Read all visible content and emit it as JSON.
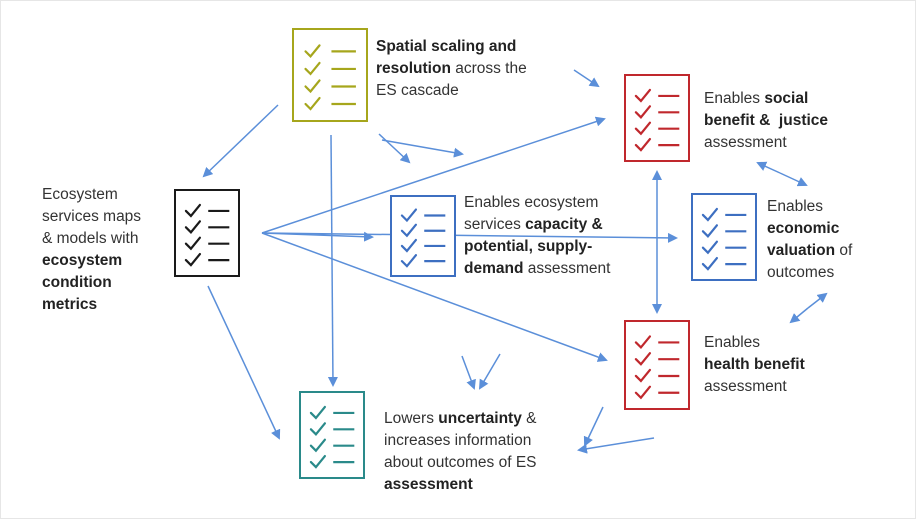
{
  "colors": {
    "arrow": "#5b8fd9",
    "spatial": "#a6a61c",
    "social": "#c0282d",
    "valuation": "#3d6fc1",
    "capacity": "#3d6fc1",
    "health": "#c0282d",
    "maps": "#1a1a1a",
    "uncertainty": "#2a8a8a"
  },
  "icons": [
    "checklist-icon"
  ],
  "nodes": {
    "spatial": {
      "b1": "Spatial scaling and",
      "b2": "resolution",
      "t2": " across the",
      "t3": "ES cascade"
    },
    "social": {
      "t1": "Enables ",
      "b1": "social",
      "b2": "benefit &  justice",
      "t3": "assessment"
    },
    "maps": {
      "t1": "Ecosystem",
      "t2": "services maps",
      "t3": "& models with",
      "b4": "ecosystem",
      "b5": "condition",
      "b6": "metrics"
    },
    "capacity": {
      "t1": "Enables ecosystem",
      "t2": "services ",
      "b2": "capacity &",
      "b3": "potential, supply-",
      "b4": "demand",
      "t4": " assessment"
    },
    "valuation": {
      "t1": "Enables",
      "b2": "economic",
      "b3": "valuation",
      "t3": " of",
      "t4": "outcomes"
    },
    "health": {
      "t1": "Enables",
      "b2": "health benefit",
      "t3": "assessment"
    },
    "uncertainty": {
      "t1": "Lowers ",
      "b1": "uncertainty",
      "t1b": " &",
      "t2": "increases information",
      "t3": "about outcomes of ES",
      "b4": "assessment"
    }
  }
}
